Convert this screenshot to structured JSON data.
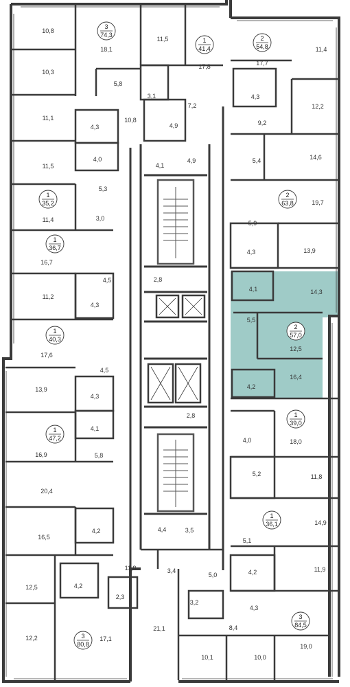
{
  "colors": {
    "wall": "#3a3a3a",
    "highlight": "#9fcbc7",
    "fixture": "#777777"
  },
  "rooms": [
    {
      "id": "r1",
      "label": "10,8"
    },
    {
      "id": "r2",
      "label": "10,3"
    },
    {
      "id": "r3",
      "label": "11,1"
    },
    {
      "id": "r4",
      "label": "11,5"
    },
    {
      "id": "r5",
      "label": "11,4"
    },
    {
      "id": "r6",
      "label": "16,7"
    },
    {
      "id": "r7",
      "label": "11,2"
    },
    {
      "id": "r8",
      "label": "17,6"
    },
    {
      "id": "r9",
      "label": "13,9"
    },
    {
      "id": "r10",
      "label": "16,9"
    },
    {
      "id": "r11",
      "label": "20,4"
    },
    {
      "id": "r12",
      "label": "16,5"
    },
    {
      "id": "r13",
      "label": "12,5"
    },
    {
      "id": "r14",
      "label": "12,2"
    },
    {
      "id": "r15",
      "label": "18,1"
    },
    {
      "id": "r16",
      "label": "5,8"
    },
    {
      "id": "r17",
      "label": "4,3"
    },
    {
      "id": "r18",
      "label": "4,0"
    },
    {
      "id": "r19",
      "label": "10,8"
    },
    {
      "id": "r20",
      "label": "5,3"
    },
    {
      "id": "r21",
      "label": "3,0"
    },
    {
      "id": "r22",
      "label": "4,5"
    },
    {
      "id": "r23",
      "label": "4,3"
    },
    {
      "id": "r24",
      "label": "4,5"
    },
    {
      "id": "r25",
      "label": "4,3"
    },
    {
      "id": "r26",
      "label": "4,1"
    },
    {
      "id": "r27",
      "label": "5,8"
    },
    {
      "id": "r28",
      "label": "4,2"
    },
    {
      "id": "r29",
      "label": "11,8"
    },
    {
      "id": "r30",
      "label": "4,2"
    },
    {
      "id": "r31",
      "label": "2,3"
    },
    {
      "id": "r32",
      "label": "17,1"
    },
    {
      "id": "r33",
      "label": "11,5"
    },
    {
      "id": "r34",
      "label": "3,1"
    },
    {
      "id": "r35",
      "label": "4,9"
    },
    {
      "id": "r36",
      "label": "17,8"
    },
    {
      "id": "r37",
      "label": "7,2"
    },
    {
      "id": "r38",
      "label": "4,1"
    },
    {
      "id": "r39",
      "label": "4,9"
    },
    {
      "id": "r40",
      "label": "2,8"
    },
    {
      "id": "r41",
      "label": "2,8"
    },
    {
      "id": "r42",
      "label": "4,4"
    },
    {
      "id": "r43",
      "label": "3,5"
    },
    {
      "id": "r44",
      "label": "3,4"
    },
    {
      "id": "r45",
      "label": "5,0"
    },
    {
      "id": "r46",
      "label": "3,2"
    },
    {
      "id": "r47",
      "label": "21,1"
    },
    {
      "id": "r48",
      "label": "8,4"
    },
    {
      "id": "r49",
      "label": "10,1"
    },
    {
      "id": "r50",
      "label": "10,0"
    },
    {
      "id": "r51",
      "label": "17,7"
    },
    {
      "id": "r52",
      "label": "11,4"
    },
    {
      "id": "r53",
      "label": "4,3"
    },
    {
      "id": "r54",
      "label": "12,2"
    },
    {
      "id": "r55",
      "label": "9,2"
    },
    {
      "id": "r56",
      "label": "5,4"
    },
    {
      "id": "r57",
      "label": "14,6"
    },
    {
      "id": "r58",
      "label": "19,7"
    },
    {
      "id": "r59",
      "label": "5,9"
    },
    {
      "id": "r60",
      "label": "4,3"
    },
    {
      "id": "r61",
      "label": "13,9"
    },
    {
      "id": "r62",
      "label": "4,1"
    },
    {
      "id": "r63",
      "label": "14,3"
    },
    {
      "id": "r64",
      "label": "5,5"
    },
    {
      "id": "r65",
      "label": "12,5"
    },
    {
      "id": "r66",
      "label": "4,2"
    },
    {
      "id": "r67",
      "label": "16,4"
    },
    {
      "id": "r68",
      "label": "4,0"
    },
    {
      "id": "r69",
      "label": "18,0"
    },
    {
      "id": "r70",
      "label": "5,2"
    },
    {
      "id": "r71",
      "label": "11,8"
    },
    {
      "id": "r72",
      "label": "14,9"
    },
    {
      "id": "r73",
      "label": "5,1"
    },
    {
      "id": "r74",
      "label": "11,9"
    },
    {
      "id": "r75",
      "label": "4,2"
    },
    {
      "id": "r76",
      "label": "4,3"
    },
    {
      "id": "r77",
      "label": "19,0"
    }
  ],
  "apartments": [
    {
      "id": "a1",
      "rooms": "3",
      "area": "74,3"
    },
    {
      "id": "a2",
      "rooms": "1",
      "area": "41,4"
    },
    {
      "id": "a3",
      "rooms": "2",
      "area": "54,8"
    },
    {
      "id": "a4",
      "rooms": "1",
      "area": "35,2"
    },
    {
      "id": "a5",
      "rooms": "2",
      "area": "63,8"
    },
    {
      "id": "a6",
      "rooms": "1",
      "area": "36,7"
    },
    {
      "id": "a7",
      "rooms": "2",
      "area": "57,0"
    },
    {
      "id": "a8",
      "rooms": "1",
      "area": "40,3"
    },
    {
      "id": "a9",
      "rooms": "1",
      "area": "39,0"
    },
    {
      "id": "a10",
      "rooms": "1",
      "area": "47,2"
    },
    {
      "id": "a11",
      "rooms": "1",
      "area": "36,1"
    },
    {
      "id": "a12",
      "rooms": "3",
      "area": "84,5"
    },
    {
      "id": "a13",
      "rooms": "3",
      "area": "80,8"
    }
  ]
}
